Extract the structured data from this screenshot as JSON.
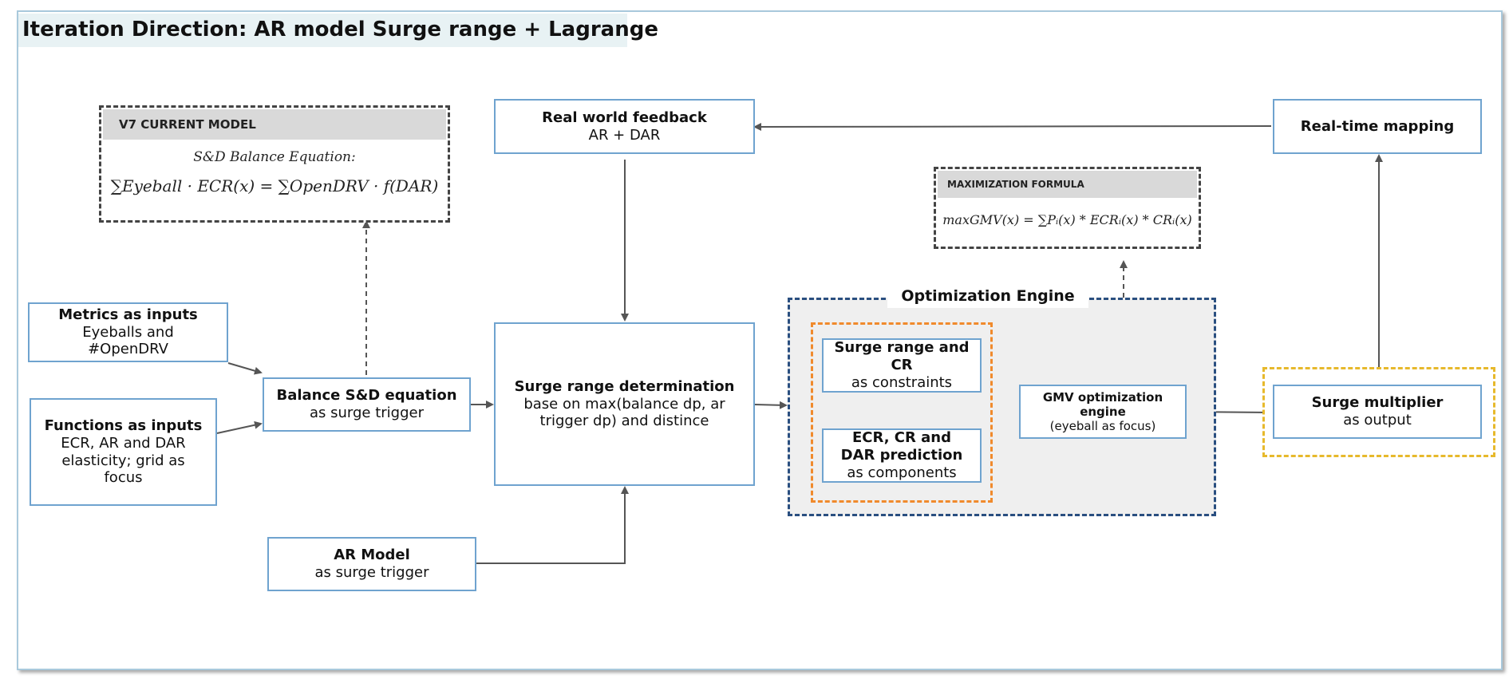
{
  "title": "Iteration Direction: AR model Surge range + Lagrange",
  "colors": {
    "box_border": "#6fa3cf",
    "frame": "#a9c9dc",
    "engine_border": "#2a4f80",
    "constraint_border": "#f08a2c",
    "output_border": "#e7b92c",
    "arrow": "#555555"
  },
  "v7_model": {
    "header": "V7 CURRENT MODEL",
    "caption": "S&D Balance Equation:",
    "equation": "∑Eyeball · ECR(x) = ∑OpenDRV · f(DAR)"
  },
  "maximization": {
    "header": "MAXIMIZATION FORMULA",
    "equation": "maxGMV(x) = ∑Pᵢ(x) * ECRᵢ(x) * CRᵢ(x)"
  },
  "real_world_feedback": {
    "title": "Real world feedback",
    "subtitle": "AR + DAR"
  },
  "real_time_mapping": {
    "title": "Real-time mapping"
  },
  "metrics_inputs": {
    "title": "Metrics as inputs",
    "line1": "Eyeballs and",
    "line2": "#OpenDRV"
  },
  "functions_inputs": {
    "title": "Functions as inputs",
    "line1": "ECR, AR and DAR",
    "line2": "elasticity; grid as",
    "line3": "focus"
  },
  "balance_eq": {
    "title": "Balance S&D equation",
    "subtitle": "as surge trigger"
  },
  "surge_range": {
    "title": "Surge range determination",
    "line1": "base on max(balance dp, ar",
    "line2": "trigger dp) and distince"
  },
  "ar_model": {
    "title": "AR Model",
    "subtitle": "as surge trigger"
  },
  "optimization_engine": {
    "label": "Optimization Engine",
    "constraints": {
      "title1": "Surge range and",
      "title2": "CR",
      "subtitle": "as constraints"
    },
    "components": {
      "title1": "ECR, CR and",
      "title2": "DAR prediction",
      "subtitle": "as components"
    },
    "gmv": {
      "title1": "GMV optimization",
      "title2": "engine",
      "subtitle": "(eyeball as focus)"
    }
  },
  "surge_multiplier": {
    "title": "Surge multiplier",
    "subtitle": "as output"
  }
}
